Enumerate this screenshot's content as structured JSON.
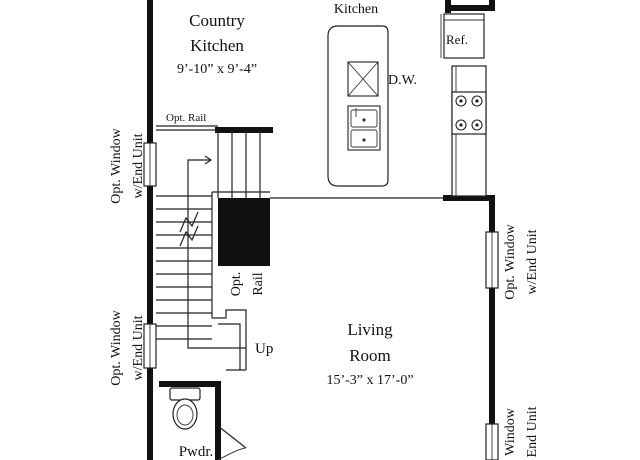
{
  "plan": {
    "country_kitchen": {
      "name_line1": "Country",
      "name_line2": "Kitchen",
      "dims": "9’-10” x 9’-4”"
    },
    "kitchen_label": "Kitchen",
    "dishwasher": "D.W.",
    "refrigerator": "Ref.",
    "opt_rail_top": "Opt. Rail",
    "opt_rail_stair": {
      "line1": "Opt.",
      "line2": "Rail"
    },
    "stair_up": "Up",
    "living_room": {
      "name_line1": "Living",
      "name_line2": "Room",
      "dims": "15’-3” x 17’-0”"
    },
    "powder": "Pwdr.",
    "windows": {
      "left_upper": {
        "line1": "Opt. Window",
        "line2": "w/End Unit"
      },
      "left_lower": {
        "line1": "Opt. Window",
        "line2": "w/End Unit"
      },
      "right_upper": {
        "line1": "Opt. Window",
        "line2": "w/End Unit"
      },
      "right_lower": {
        "line1": "Window",
        "line2": "End Unit"
      }
    }
  }
}
